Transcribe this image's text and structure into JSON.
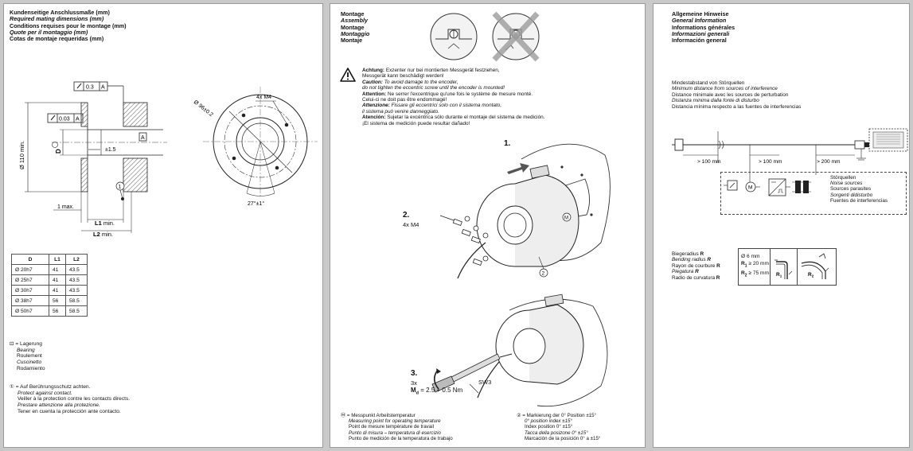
{
  "page1": {
    "heading": [
      "Kundenseitige Anschlussmaße (mm)",
      "Required mating dimensions (mm)",
      "Conditions requises pour le montage (mm)",
      "Quote per il montaggio (mm)",
      "Cotas de montaje requeridas (mm)"
    ],
    "drawing": {
      "tol_runout": "0.3",
      "tol_runout_ref": "A",
      "tol_coax": "0.03",
      "tol_coax_ref": "A",
      "datum": "A",
      "dia_110": "Ø 110 min.",
      "dia_d": "D",
      "tol_15": "±1.5",
      "one_max": "1 max.",
      "l1": "L1",
      "l1_suffix": " min.",
      "l2": "L2",
      "l2_suffix": " min.",
      "circle_1": "1",
      "dia_96": "Ø 96±0.2",
      "thread": "4x M4",
      "angle": "27°±1°"
    },
    "table": {
      "headers": [
        "D",
        "L1",
        "L2"
      ],
      "rows": [
        [
          "Ø 20h7",
          "41",
          "43.5"
        ],
        [
          "Ø 25h7",
          "41",
          "43.5"
        ],
        [
          "Ø 30h7",
          "41",
          "43.5"
        ],
        [
          "Ø 38h7",
          "56",
          "58.5"
        ],
        [
          "Ø 50h7",
          "56",
          "58.5"
        ]
      ]
    },
    "bearing": {
      "symbol": "⊡",
      "lines": [
        "= Lagerung",
        "Bearing",
        "Roulement",
        "Cuscinetto",
        "Rodamiento"
      ]
    },
    "contact": {
      "symbol": "①",
      "lines": [
        "= Auf Berührungsschutz achten.",
        "Protect against contact.",
        "Veiller à la protection contre les contacts directs.",
        "Prestare attenzione alla protezione.",
        "Tener en cuenta la protección ante contacto."
      ]
    }
  },
  "page2": {
    "heading": [
      "Montage",
      "Assembly",
      "Montage",
      "Montaggio",
      "Montaje"
    ],
    "warning": {
      "de_label": "Achtung:",
      "de_text": " Exzenter nur bei montierten Messgerät festziehen,",
      "de_text2": "Messgerät kann beschädigt werden!",
      "en_label": "Caution:",
      "en_text": " To avoid damage to the encoder,",
      "en_text2": "do not tighten the eccentric screw until the encoder is mounted!",
      "fr_label": "Attention:",
      "fr_text": " Ne serrer l'excentrique qu'une fois le système de mesure monté.",
      "fr_text2": "Celui-ci ne doit pas être endommagé!",
      "it_label": "Attenzione:",
      "it_text": " Fissare gli eccentrici solo con il sistema montato,",
      "it_text2": "il sistema può venire danneggiato.",
      "es_label": "Atención:",
      "es_text": " Sujetar la excéntrica sólo durante el montaje del sistema de medición.",
      "es_text2": "¡El sistema de medición puede resultar dañado!"
    },
    "steps": {
      "s1": "1.",
      "s2": "2.",
      "s2_sub": "4x M4",
      "s3": "3.",
      "s3_sub": "3x",
      "md_label": "M",
      "md_sub": "d",
      "md_val": " = 2.5 + 0.5 Nm",
      "sw3": "SW3",
      "circle_m": "M",
      "circle_2": "2"
    },
    "footnote_m": {
      "symbol": "Ⓜ",
      "lines": [
        "= Messpunkt Arbeitstemperatur",
        "Measuring point for operating temperature",
        "Point de mesure température de travail",
        "Punto di misura – temperatura di esercizio",
        "Punto de medición de la temperatura de trabajo"
      ]
    },
    "footnote_2": {
      "symbol": "②",
      "lines": [
        "= Markierung der 0° Position ±15°",
        "0° position index ±15°",
        "Index position 0° ±15°",
        "Tacca della posizone 0° ±15°",
        "Marcación de la posición 0° a ±15°"
      ]
    }
  },
  "page3": {
    "heading": [
      "Allgemeine Hinweise",
      "General Information",
      "Informations générales",
      "Informazioni generali",
      "Información general"
    ],
    "min_distance": [
      "Mindestabstand von Störquellen",
      "Minimum distance from sources of interference",
      "Distance minimale avec les sources de perturbation",
      "Distanza minima dalla fonte di disturbo",
      "Distancia mínima respecto a las fuentes de interferencias"
    ],
    "distances": [
      "> 100 mm",
      "> 100 mm",
      "> 200 mm"
    ],
    "noise": [
      "Störquellen",
      "Noise sources",
      "Sources parasites",
      "Sorgenti didisturbo",
      "Fuentes de interferencias"
    ],
    "motor_label": "M",
    "bend": {
      "lines": [
        "Biegeradius ",
        "Bending radius ",
        "Rayon de courbure ",
        "Piegatura ",
        "Radio de curvatura "
      ],
      "r": "R",
      "dia": "Ø 6 mm",
      "r1_label": "R",
      "r1_sub": "1",
      "r1_val": " ≥ 20 mm",
      "r2_label": "R",
      "r2_sub": "2",
      "r2_val": " ≥ 75 mm",
      "icon_r1": "R",
      "icon_r1_sub": "1",
      "icon_r2": "R",
      "icon_r2_sub": "2"
    }
  }
}
